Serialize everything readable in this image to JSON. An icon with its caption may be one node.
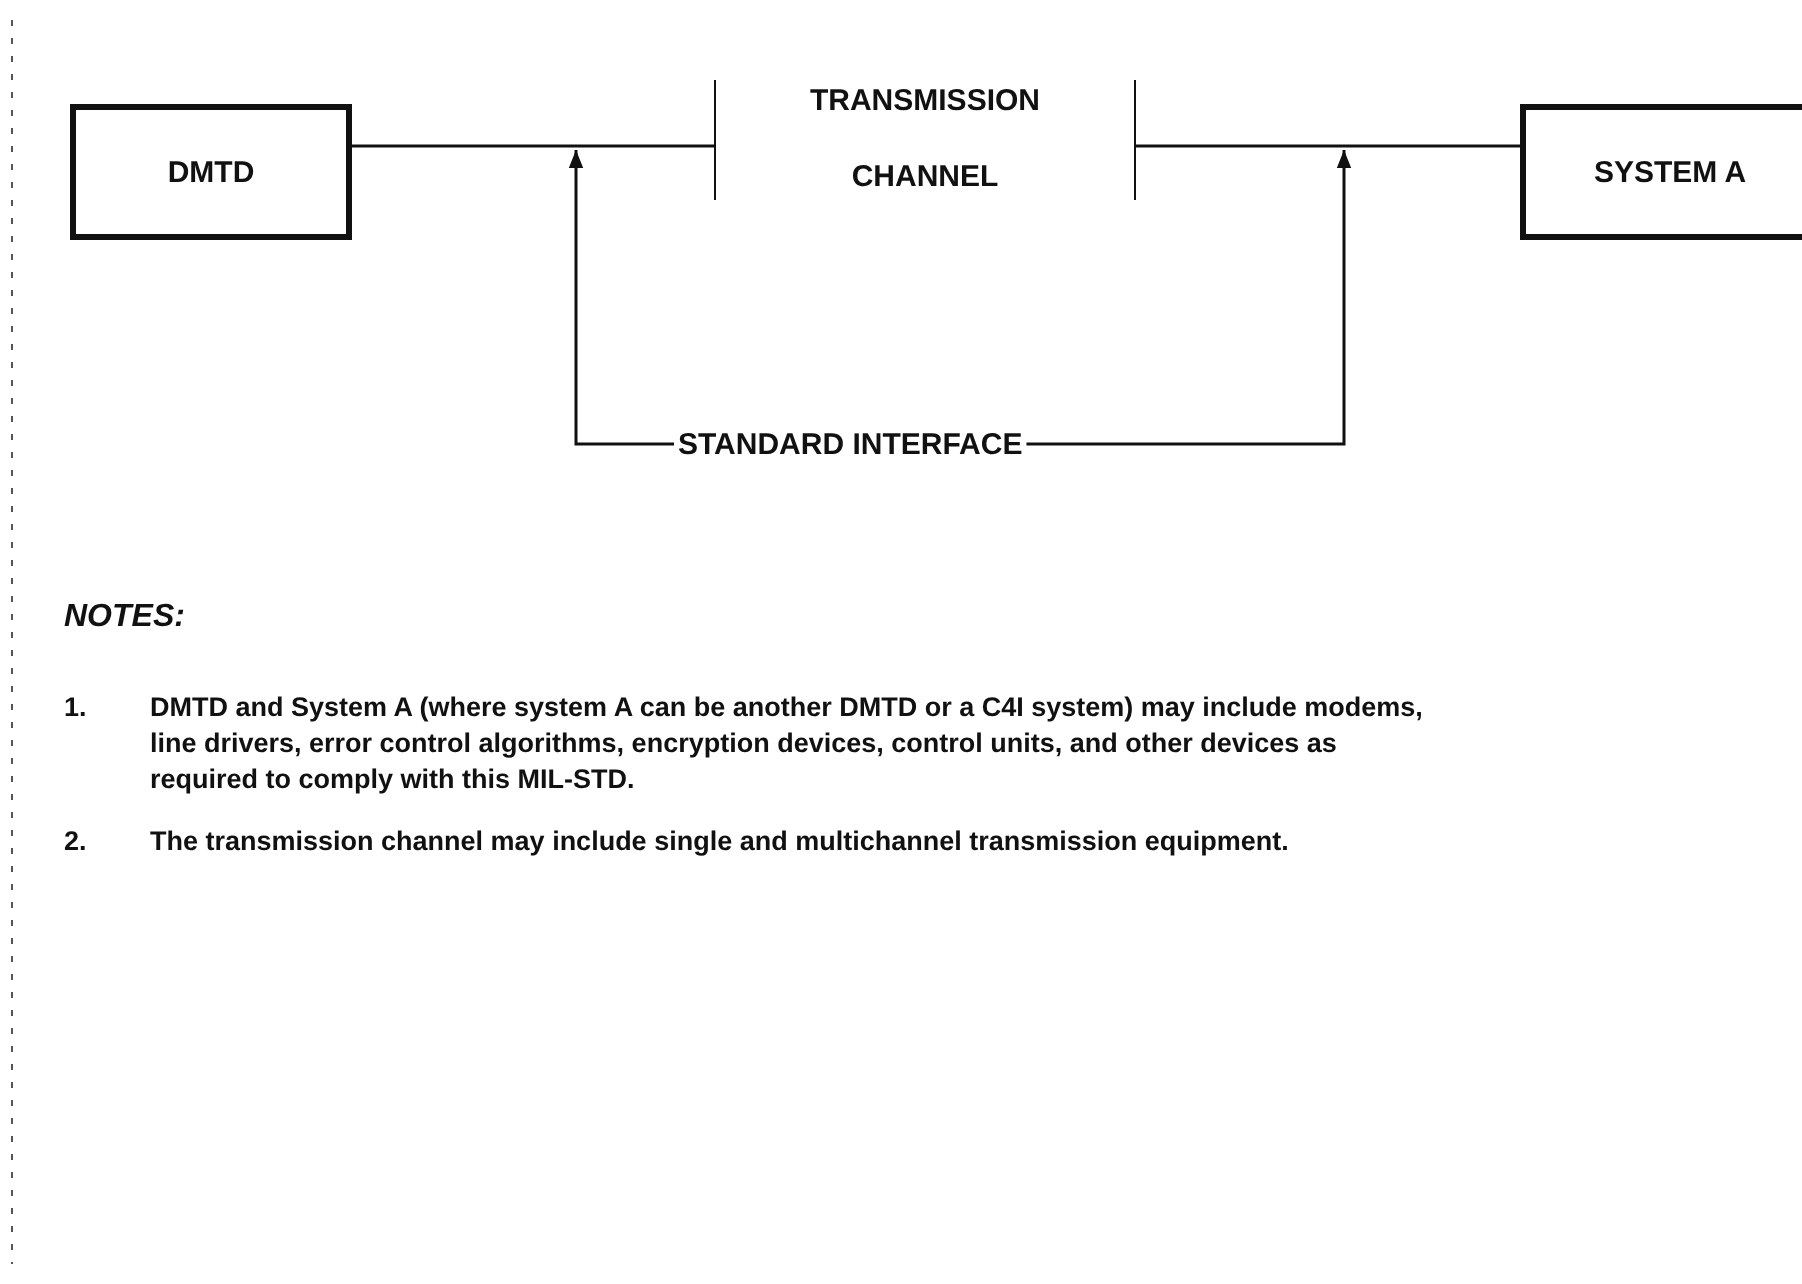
{
  "diagram": {
    "nodes": [
      {
        "text": [
          "DMTD"
        ]
      },
      {
        "text": [
          "TRANSMISSION CHANNEL"
        ]
      },
      {
        "text": [
          "SYSTEM A"
        ]
      },
      {
        "text": [
          "STANDARD INTERFACE"
        ]
      }
    ],
    "edges": [
      {
        "from": 0,
        "to": 1,
        "arrow": "none"
      },
      {
        "from": 1,
        "to": 2,
        "arrow": "none"
      },
      {
        "from": 3,
        "to": null,
        "arrow": "to"
      },
      {
        "from": 3,
        "to": null,
        "arrow": "to"
      }
    ],
    "labels": [
      "NOTES:",
      "1.",
      "DMTD and System A (where system A can be another DMTD or a C4I system) may include modems, line drivers, error control algorithms, encryption devices, control units, and other devices as required to comply with this MIL-STD.",
      "2.",
      "The transmission channel may include single and multichannel transmission equipment."
    ]
  }
}
